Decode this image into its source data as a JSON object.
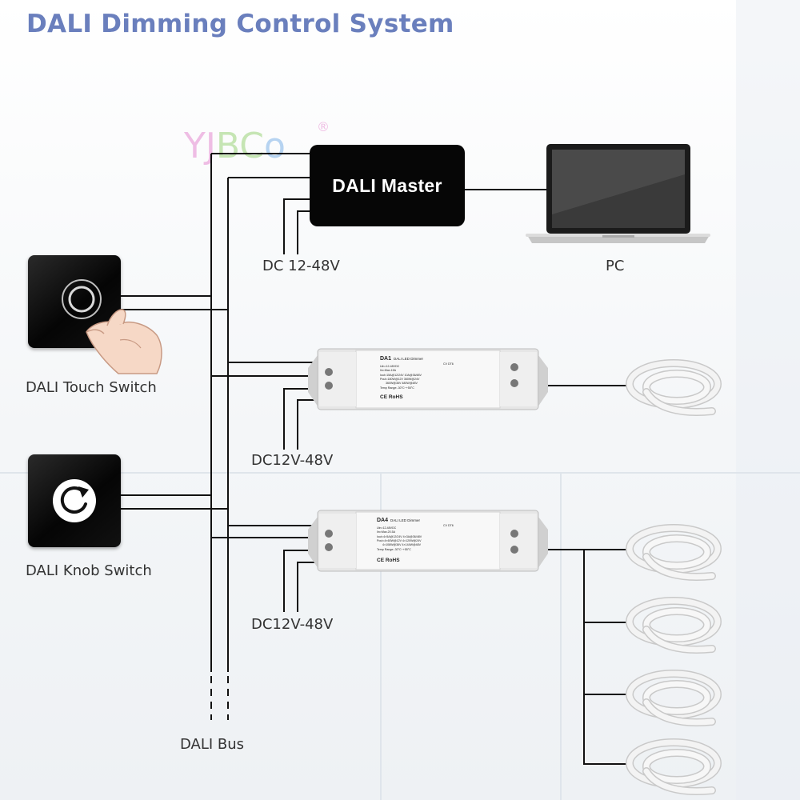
{
  "title": "DALI Dimming Control System",
  "brand": {
    "letters_1": "YJ",
    "letters_2": "BC",
    "letters_3": "o",
    "registered": "®"
  },
  "master": {
    "label": "DALI Master"
  },
  "labels": {
    "master_power": "DC 12-48V",
    "pc": "PC",
    "touch_switch": "DALI Touch Switch",
    "knob_switch": "DALI Knob Switch",
    "dimmer1_power": "DC12V-48V",
    "dimmer2_power": "DC12V-48V",
    "bus": "DALI Bus"
  },
  "dimmer1": {
    "model": "DA1",
    "title": "DALI LED Dimmer",
    "spec_1": "Uin=12-48VDC",
    "spec_2": "Iin=Max.15A",
    "spec_3": "Iout=15A@12/24V 10A@36/48V",
    "spec_4": "Pout=180W@12V 360W@24V",
    "spec_5": "360W@36V 480W@48V",
    "spec_6": "Temp Range:-30°C~+55°C",
    "cert": "CE RoHS",
    "cv": "CV DT6"
  },
  "dimmer2": {
    "model": "DA4",
    "title": "DALI LED Dimmer",
    "spec_1": "Uin=12-48VDC",
    "spec_2": "Iin=Max.20.5A",
    "spec_3": "Iout=4×5A@12/24V 4×3A@36/48V",
    "spec_4": "Pout=4×60W@12V 4×120W@24V",
    "spec_5": "4×108W@36V 4×144W@48V",
    "spec_6": "Temp Range:-30°C~+55°C",
    "cert": "CE RoHS",
    "cv": "CV DT6"
  },
  "colors": {
    "title": "#6a7fbd",
    "wire": "#111111",
    "box": "#060606"
  }
}
